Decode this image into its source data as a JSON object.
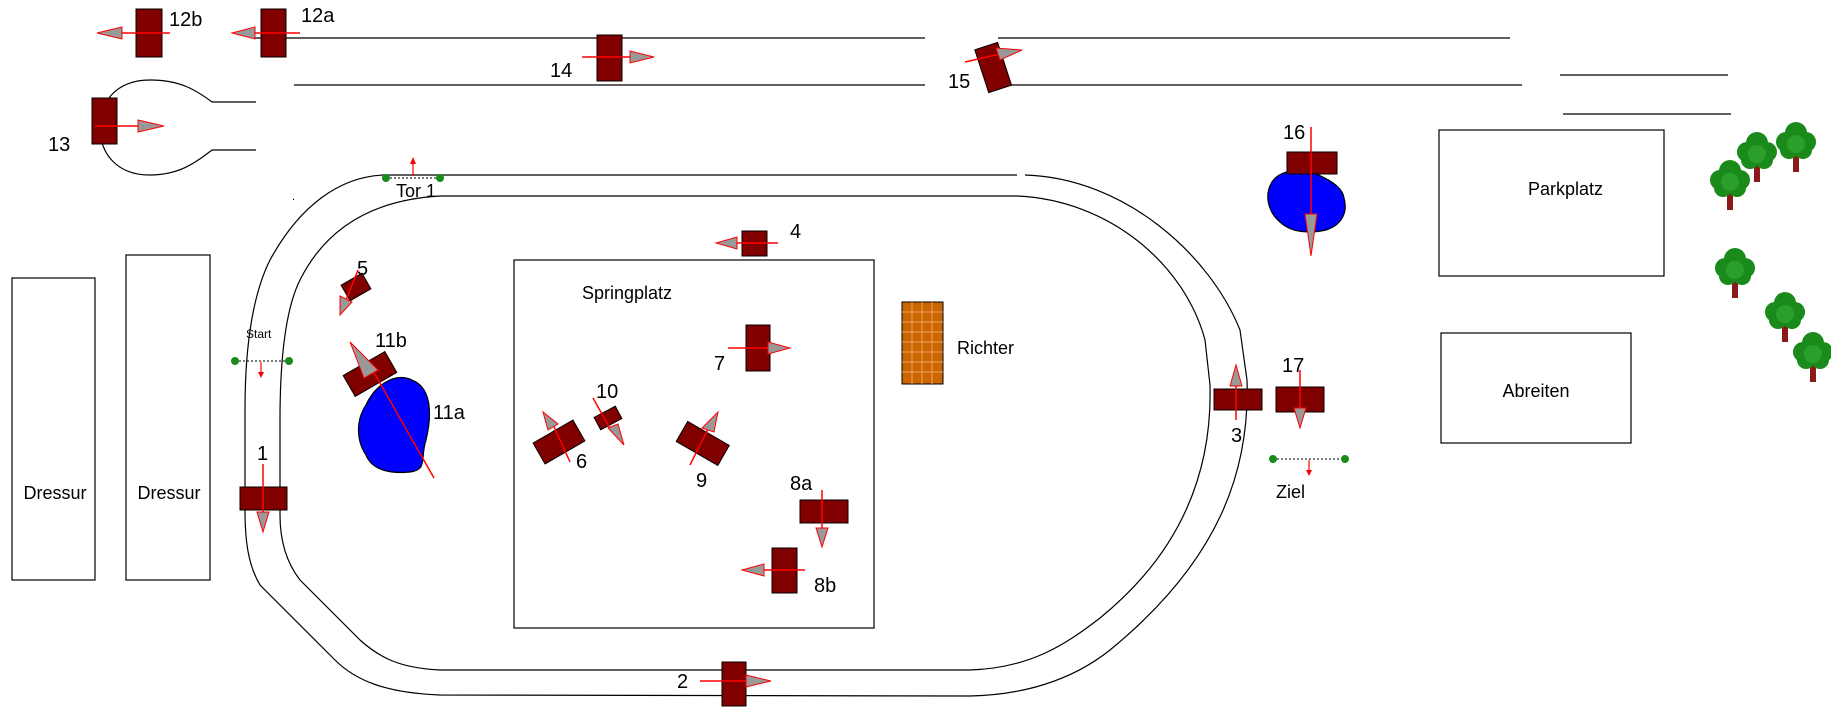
{
  "areas": {
    "dressur_1": "Dressur",
    "dressur_2": "Dressur",
    "springplatz": "Springplatz",
    "richter": "Richter",
    "parkplatz": "Parkplatz",
    "abreiten": "Abreiten"
  },
  "gates": {
    "start": "Start",
    "tor1": "Tor 1",
    "ziel": "Ziel"
  },
  "obstacles": {
    "o1": "1",
    "o2": "2",
    "o3": "3",
    "o4": "4",
    "o5": "5",
    "o6": "6",
    "o7": "7",
    "o8a": "8a",
    "o8b": "8b",
    "o9": "9",
    "o10": "10",
    "o11a": "11a",
    "o11b": "11b",
    "o12a": "12a",
    "o12b": "12b",
    "o13": "13",
    "o14": "14",
    "o15": "15",
    "o16": "16",
    "o17": "17"
  },
  "colors": {
    "obstacle": "#800000",
    "direction_line": "#ff0000",
    "arrow_head": "#999999",
    "water": "#0000ff",
    "judge_stand": "#cc6600",
    "tree_foliage": "#1a8a1a",
    "tree_trunk": "#8b1a1a",
    "outline": "#000000"
  }
}
